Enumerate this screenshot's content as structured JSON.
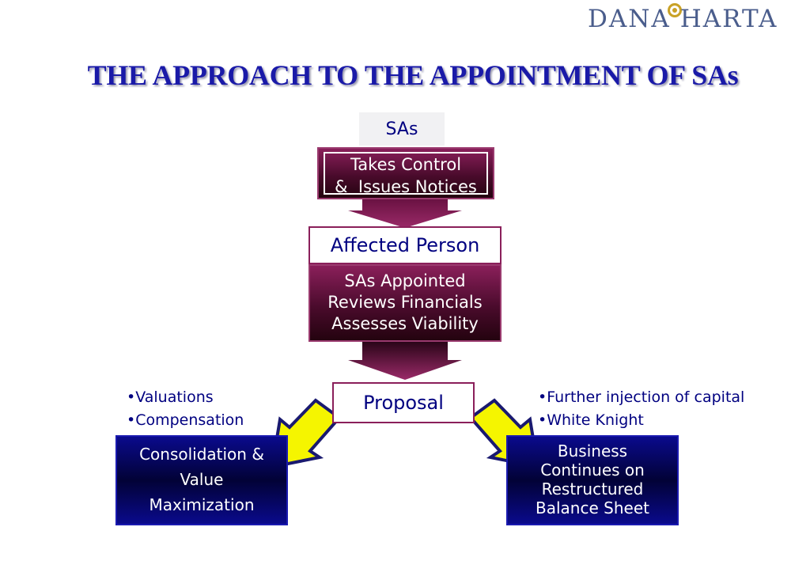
{
  "logo": {
    "left": "DANA",
    "right": "HARTA"
  },
  "title": "THE APPROACH TO THE APPOINTMENT OF SAs",
  "sas_tag": "SAs",
  "takes_control": {
    "line1": "Takes Control",
    "line2": "&  Issues Notices"
  },
  "affected_person": "Affected Person",
  "sas_appointed": {
    "line1": "SAs Appointed",
    "line2": "Reviews Financials",
    "line3": "Assesses Viability"
  },
  "proposal": "Proposal",
  "left_bullets": [
    "Valuations",
    "Compensation"
  ],
  "right_bullets": [
    "Further injection of capital",
    "White Knight"
  ],
  "left_outcome": {
    "line1": "Consolidation &",
    "line2": "Value",
    "line3": "Maximization"
  },
  "right_outcome": {
    "line1": "Business",
    "line2": "Continues on",
    "line3": "Restructured",
    "line4": "Balance Sheet"
  },
  "colors": {
    "maroon": "#4a0b2c",
    "navy": "#000080",
    "arrow_yellow": "#f5f500"
  }
}
